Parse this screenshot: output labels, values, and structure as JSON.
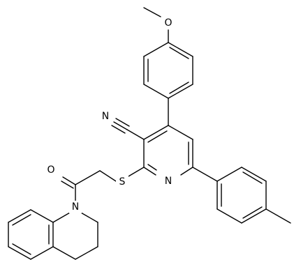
{
  "diagram": {
    "type": "chemical-structure",
    "colors": {
      "bond": "#000000",
      "background": "#ffffff"
    },
    "atom_labels": {
      "methoxy_o": "O",
      "nitrile_n": "N",
      "pyridine_n": "N",
      "thioether_s": "S",
      "carbonyl_o": "O",
      "quinoline_n": "N"
    }
  }
}
